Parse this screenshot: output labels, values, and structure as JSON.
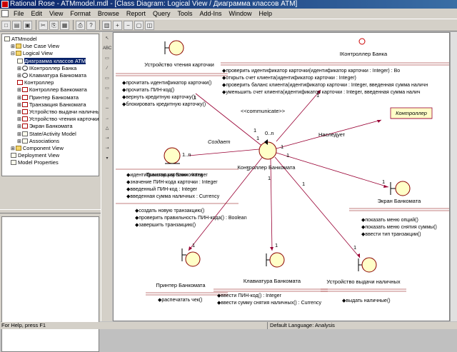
{
  "window": {
    "title": "Rational Rose - ATMmodel.mdl - [Class Diagram: Logical View / Диаграмма классов ATM]"
  },
  "menu": [
    "File",
    "Edit",
    "View",
    "Format",
    "Browse",
    "Report",
    "Query",
    "Tools",
    "Add-Ins",
    "Window",
    "Help"
  ],
  "toolbar_icons": [
    "new-icon",
    "open-icon",
    "save-icon",
    "cut-icon",
    "copy-icon",
    "paste-icon",
    "print-icon",
    "context-help-icon",
    "browse-diagram-icon",
    "zoom-in-icon",
    "zoom-out-icon",
    "fit-icon",
    "undo-fit-icon"
  ],
  "tree": [
    {
      "label": "ATMmodel",
      "icon": "model-icon",
      "level": 0
    },
    {
      "label": "Use Case View",
      "icon": "folder-icon",
      "level": 1,
      "expander": "+"
    },
    {
      "label": "Logical View",
      "icon": "folder-icon",
      "level": 1,
      "expander": "-"
    },
    {
      "label": "Диаграмма классов ATM",
      "icon": "diagram-icon",
      "level": 2,
      "selected": true
    },
    {
      "label": "IКонтроллер Банка",
      "icon": "interface-icon",
      "level": 2,
      "expander": "+"
    },
    {
      "label": "Клавиатура Банкомата",
      "icon": "interface-icon",
      "level": 2,
      "expander": "+"
    },
    {
      "label": "Контроллер",
      "icon": "class-icon",
      "level": 2
    },
    {
      "label": "Контроллер Банкомата",
      "icon": "class-icon",
      "level": 2,
      "expander": "+"
    },
    {
      "label": "Принтер Банкомата",
      "icon": "class-icon",
      "level": 2,
      "expander": "+"
    },
    {
      "label": "Транзакция Банкомата",
      "icon": "class-icon",
      "level": 2,
      "expander": "+"
    },
    {
      "label": "Устройство выдачи наличных",
      "icon": "class-icon",
      "level": 2,
      "expander": "+"
    },
    {
      "label": "Устройство чтения карточки",
      "icon": "class-icon",
      "level": 2,
      "expander": "+"
    },
    {
      "label": "Экран Банкомата",
      "icon": "class-icon",
      "level": 2,
      "expander": "+"
    },
    {
      "label": "State/Activity Model",
      "icon": "state-icon",
      "level": 2,
      "expander": "+"
    },
    {
      "label": "Associations",
      "icon": "assoc-icon",
      "level": 2,
      "expander": "+"
    },
    {
      "label": "Component View",
      "icon": "folder-icon",
      "level": 1,
      "expander": "+"
    },
    {
      "label": "Deployment View",
      "icon": "deploy-icon",
      "level": 1
    },
    {
      "label": "Model Properties",
      "icon": "props-icon",
      "level": 1
    }
  ],
  "vtools": [
    "select-icon",
    "text-icon",
    "note-icon",
    "anchor-icon",
    "package-icon",
    "class-icon",
    "interface-icon",
    "association-icon",
    "unidirectional-icon",
    "generalization-icon",
    "dependency-icon",
    "realize-icon",
    "more-icon"
  ],
  "diagram": {
    "card_reader": {
      "name": "Устройство чтения карточки",
      "ops": [
        "прочитать идентификатор карточки()",
        "прочитать ПИН-код()",
        "вернуть кредитную карточку()",
        "блокировать кредитную карточку()"
      ]
    },
    "bank_controller": {
      "name": "IКонтроллер Банка",
      "ops": [
        "проверить идентификатор карточки(идентификатор карточки : Integer) : Bo",
        "открыть счет клиента(идентификатор карточки : Integer)",
        "проверить баланс клиента(идентификатор карточки : Integer, введенная сумма наличн",
        "уменьшить счет клиента(идентификатор карточки : Integer, введенная сумма налич"
      ]
    },
    "controller": {
      "name": "Контроллер"
    },
    "atm_controller": {
      "name": "Контроллер Банкомата"
    },
    "transaction": {
      "name": "Транзакция Банкомата",
      "attrs": [
        "идентификатор карточки : Integer",
        "значение ПИН-кода карточки : Integer",
        "введенный ПИН-код : Integer",
        "введенная сумма наличных : Currency"
      ],
      "ops": [
        "создать новую транзакцию()",
        "проверить правильность ПИН-кода() : Boolean",
        "завершить транзакцию()"
      ]
    },
    "screen": {
      "name": "Экран Банкомата",
      "ops": [
        "показать меню опций()",
        "показать меню снятия суммы()",
        "ввести тип транзакции()"
      ]
    },
    "printer": {
      "name": "Принтер Банкомата",
      "ops": [
        "распечатать чек()"
      ]
    },
    "keypad": {
      "name": "Клавиатура Банкомата",
      "ops": [
        "ввести ПИН-код() : Integer",
        "ввести сумму снятия наличных() : Currency"
      ]
    },
    "dispenser": {
      "name": "Устройство выдачи наличных",
      "ops": [
        "выдать наличные()"
      ]
    },
    "labels": {
      "creates": "Создает",
      "communicate": "<<communicate>>",
      "inherits": "Наследует",
      "m1": "1",
      "m1n": "1..n",
      "m0n": "0..n"
    }
  },
  "status": {
    "help": "For Help, press F1",
    "language": "Default Language: Analysis"
  }
}
